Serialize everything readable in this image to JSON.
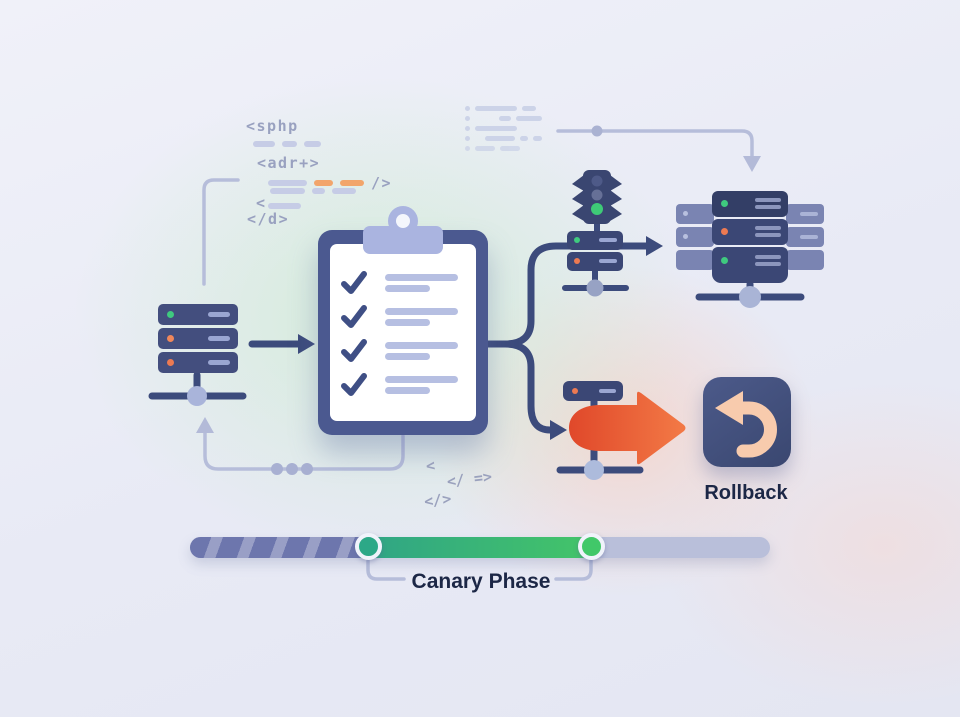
{
  "illustration": {
    "code_snippet": {
      "line1": "<sphp",
      "line2": "<adr+>",
      "line2_close": "/>",
      "line3_open": "<",
      "line4": "</d>"
    },
    "scattered_code": {
      "line1": "<",
      "line2": "</ =>",
      "line3": "</>"
    },
    "rollback_label": "Rollback",
    "canary_label": "Canary Phase"
  },
  "colors": {
    "navy_connector": "#3c4b7c",
    "light_connector": "#b6bdda",
    "status_green": "#3fca7f",
    "status_orange": "#ed7a52",
    "rollback_arrow_orange": "#e8502f",
    "undo_arrow_peach": "#f8cbad",
    "bar_striped_purple": "#6d76ad",
    "bar_green": "#41c869",
    "bar_remaining": "#b9bfda",
    "label_text": "#1c2746",
    "code_text": "#99a1c0"
  }
}
